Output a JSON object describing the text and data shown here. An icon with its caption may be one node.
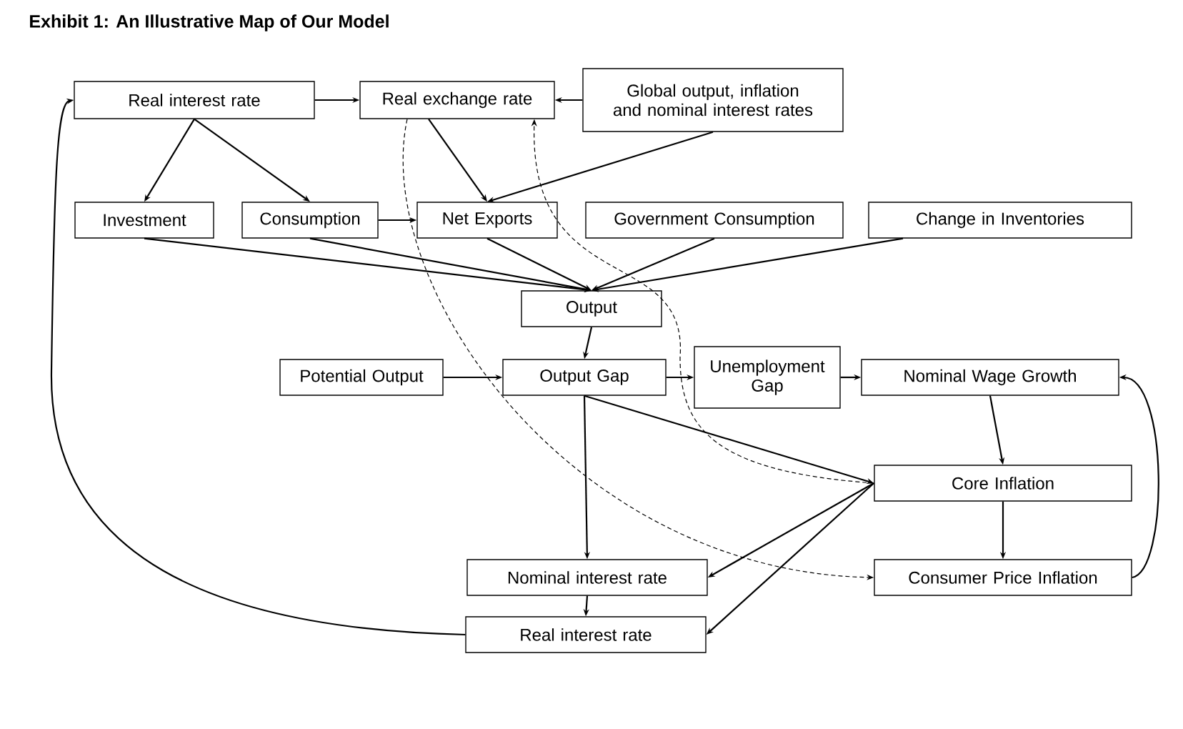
{
  "diagram": {
    "title": "Exhibit 1: An Illustrative Map of Our Model",
    "nodes": [
      {
        "text": [
          "Real interest rate"
        ]
      },
      {
        "text": [
          "Real exchange rate"
        ]
      },
      {
        "text": [
          "Global output, inflation and nominal interest rates"
        ]
      },
      {
        "text": [
          "Investment"
        ]
      },
      {
        "text": [
          "Consumption"
        ]
      },
      {
        "text": [
          "Net Exports"
        ]
      },
      {
        "text": [
          "Government Consumption"
        ]
      },
      {
        "text": [
          "Change in Inventories"
        ]
      },
      {
        "text": [
          "Output"
        ]
      },
      {
        "text": [
          "Potential Output"
        ]
      },
      {
        "text": [
          "Output Gap"
        ]
      },
      {
        "text": [
          "Unemployment Gap"
        ]
      },
      {
        "text": [
          "Nominal Wage Growth"
        ]
      },
      {
        "text": [
          "Core Inflation"
        ]
      },
      {
        "text": [
          "Nominal interest rate"
        ]
      },
      {
        "text": [
          "Consumer Price Inflation"
        ]
      },
      {
        "text": [
          "Real interest rate"
        ]
      }
    ],
    "edges": [
      {
        "from": 0,
        "to": 1,
        "arrow": "to"
      },
      {
        "from": 2,
        "to": 1,
        "arrow": "to"
      },
      {
        "from": 0,
        "to": 3,
        "arrow": "to"
      },
      {
        "from": 0,
        "to": 4,
        "arrow": "to"
      },
      {
        "from": 1,
        "to": 5,
        "arrow": "to"
      },
      {
        "from": 2,
        "to": 5,
        "arrow": "to"
      },
      {
        "from": 4,
        "to": 5,
        "arrow": "to"
      },
      {
        "from": 3,
        "to": 8,
        "arrow": "to"
      },
      {
        "from": 4,
        "to": 8,
        "arrow": "to"
      },
      {
        "from": 5,
        "to": 8,
        "arrow": "to"
      },
      {
        "from": 6,
        "to": 8,
        "arrow": "to"
      },
      {
        "from": 7,
        "to": 8,
        "arrow": "to"
      },
      {
        "from": 8,
        "to": 10,
        "arrow": "to"
      },
      {
        "from": 9,
        "to": 10,
        "arrow": "to"
      },
      {
        "from": 10,
        "to": 11,
        "arrow": "to"
      },
      {
        "from": 11,
        "to": 12,
        "arrow": "to"
      },
      {
        "from": 12,
        "to": 13,
        "arrow": "to"
      },
      {
        "from": 13,
        "to": 15,
        "arrow": "to"
      },
      {
        "from": 15,
        "to": 12,
        "arrow": "to"
      },
      {
        "from": 10,
        "to": 13,
        "arrow": "to"
      },
      {
        "from": 10,
        "to": 14,
        "arrow": "to"
      },
      {
        "from": 13,
        "to": 14,
        "arrow": "to"
      },
      {
        "from": 13,
        "to": 16,
        "arrow": "to"
      },
      {
        "from": 14,
        "to": 16,
        "arrow": "to"
      },
      {
        "from": 16,
        "to": 0,
        "arrow": "to"
      },
      {
        "from": 1,
        "to": 15,
        "arrow": "to",
        "style": "dashed"
      },
      {
        "from": 13,
        "to": 1,
        "arrow": "to",
        "style": "dashed"
      }
    ]
  }
}
